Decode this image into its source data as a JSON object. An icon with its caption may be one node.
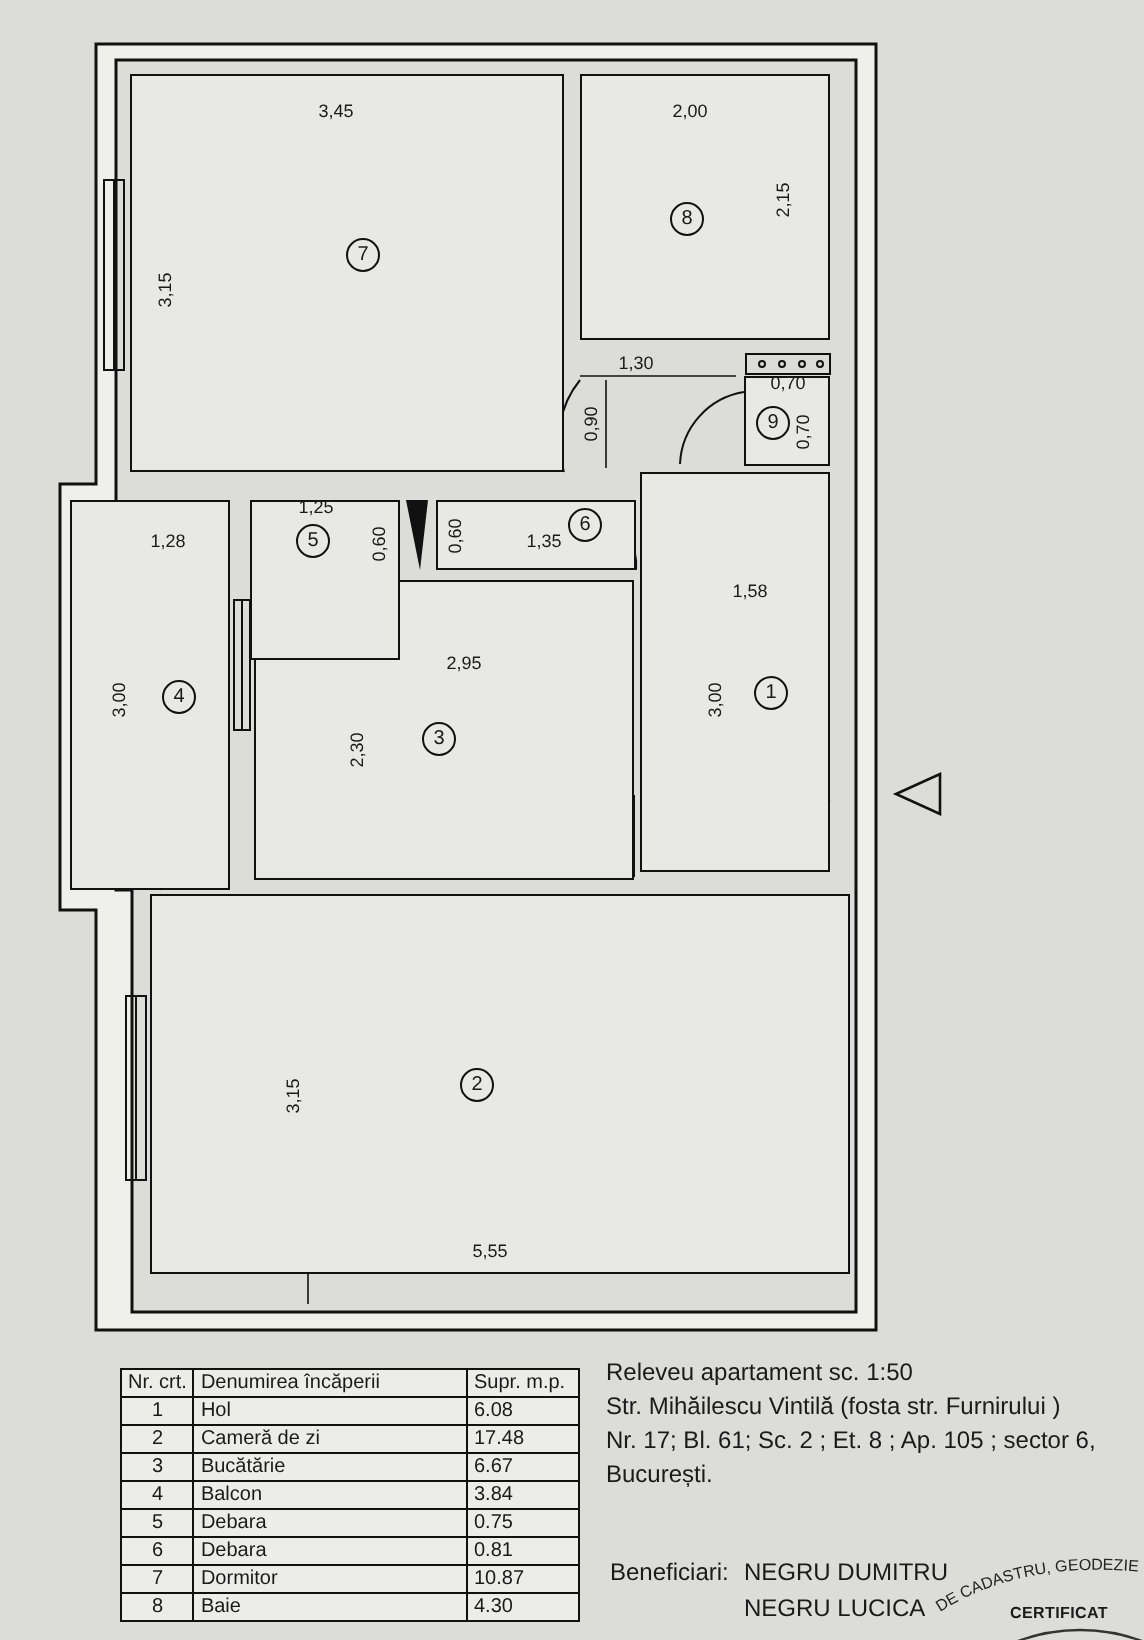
{
  "diagram": {
    "nodes": [
      {
        "text": [
          "1"
        ]
      },
      {
        "text": [
          "2"
        ]
      },
      {
        "text": [
          "3"
        ]
      },
      {
        "text": [
          "4"
        ]
      },
      {
        "text": [
          "5"
        ]
      },
      {
        "text": [
          "6"
        ]
      },
      {
        "text": [
          "7"
        ]
      },
      {
        "text": [
          "8"
        ]
      },
      {
        "text": [
          "9"
        ]
      }
    ],
    "labels": [
      "3,45",
      "2,00",
      "3,15",
      "2,15",
      "1,30",
      "0,90",
      "0,70",
      "0,70",
      "1,25",
      "1,28",
      "0,60",
      "0,60",
      "1,35",
      "1,58",
      "3,00",
      "2,95",
      "3,00",
      "2,30",
      "3,15",
      "5,55",
      "Nr. crt.",
      "Denumirea încăperii",
      "Supr. m.p.",
      "1",
      "Hol",
      "6.08",
      "2",
      "Cameră de zi",
      "17.48",
      "3",
      "Bucătărie",
      "6.67",
      "4",
      "Balcon",
      "3.84",
      "5",
      "Debara",
      "0.75",
      "6",
      "Debara",
      "0.81",
      "7",
      "Dormitor",
      "10.87",
      "8",
      "Baie",
      "4.30",
      "Releveu apartament sc. 1:50",
      "Str. Mihăilescu Vintilă (fosta str. Furnirului )",
      "Nr. 17; Bl. 61; Sc. 2 ; Et. 8 ; Ap. 105 ; sector 6,",
      "București.",
      "Beneficiari:",
      "NEGRU DUMITRU",
      "NEGRU LUCICA",
      "DE CADASTRU, GEODEZIE",
      "CERTIFICAT"
    ]
  }
}
